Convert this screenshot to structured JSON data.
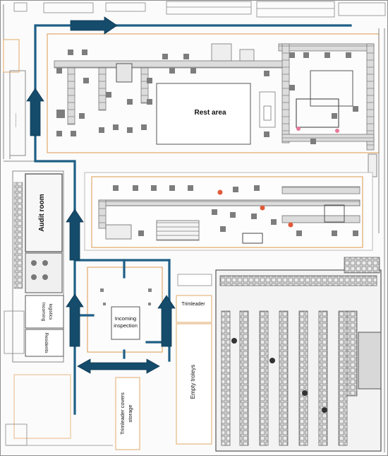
{
  "labels": {
    "rest_area": "Rest area",
    "audit_room": "Audit room",
    "incoming_inspection_line1": "Incoming",
    "incoming_inspection_line2": "inspection",
    "incoming_logistics_line1": "Incoming",
    "incoming_logistics_line2": "logistics",
    "residents": "Residents",
    "trimleader": "Trimleader",
    "empty_troleys": "Empty troleys",
    "trimleader_covers_line1": "Trimleader covers",
    "trimleader_covers_line2": "storage"
  },
  "colors": {
    "route_line": "#1f5f86",
    "arrow_fill": "#154b6b",
    "area_outline": "#e2a86a",
    "machine_gray": "#8c8c8c",
    "red_marker": "#e05a3a",
    "pink_marker": "#e8799a"
  },
  "icons": [
    "flow-arrow-right-icon",
    "flow-arrow-up-icon",
    "flow-arrow-double-horizontal-icon"
  ]
}
